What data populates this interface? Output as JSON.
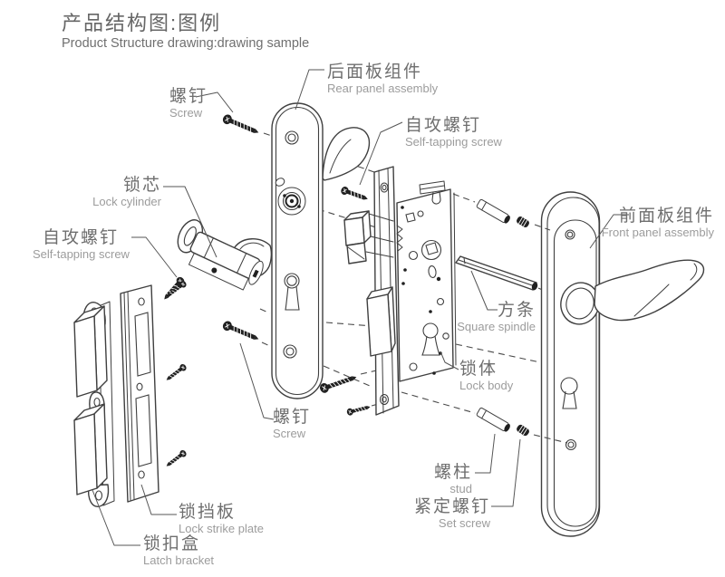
{
  "title": {
    "zh": "产品结构图:图例",
    "en": "Product Structure drawing:drawing sample"
  },
  "labels": [
    {
      "id": "screw-top",
      "zh": "螺钉",
      "en": "Screw"
    },
    {
      "id": "rear-panel-assembly",
      "zh": "后面板组件",
      "en": "Rear panel assembly"
    },
    {
      "id": "self-tapping-screw-upper",
      "zh": "自攻螺钉",
      "en": "Self-tapping screw"
    },
    {
      "id": "lock-cylinder",
      "zh": "锁芯",
      "en": "Lock cylinder"
    },
    {
      "id": "self-tapping-screw-left",
      "zh": "自攻螺钉",
      "en": "Self-tapping screw"
    },
    {
      "id": "front-panel-assembly",
      "zh": "前面板组件",
      "en": "Front panel assembly"
    },
    {
      "id": "square-spindle",
      "zh": "方条",
      "en": "Square spindle"
    },
    {
      "id": "lock-body",
      "zh": "锁体",
      "en": "Lock body"
    },
    {
      "id": "screw-middle",
      "zh": "螺钉",
      "en": "Screw"
    },
    {
      "id": "stud",
      "zh": "螺柱",
      "en": "stud"
    },
    {
      "id": "set-screw",
      "zh": "紧定螺钉",
      "en": "Set screw"
    },
    {
      "id": "lock-strike-plate",
      "zh": "锁挡板",
      "en": "Lock strike plate"
    },
    {
      "id": "latch-bracket",
      "zh": "锁扣盒",
      "en": "Latch bracket"
    }
  ],
  "colors": {
    "line": "#3f3f3f",
    "screw_fill": "#202020",
    "label_zh": "#6f6f6f",
    "label_en": "#9c9c9c",
    "title": "#666666",
    "background": "#ffffff"
  }
}
